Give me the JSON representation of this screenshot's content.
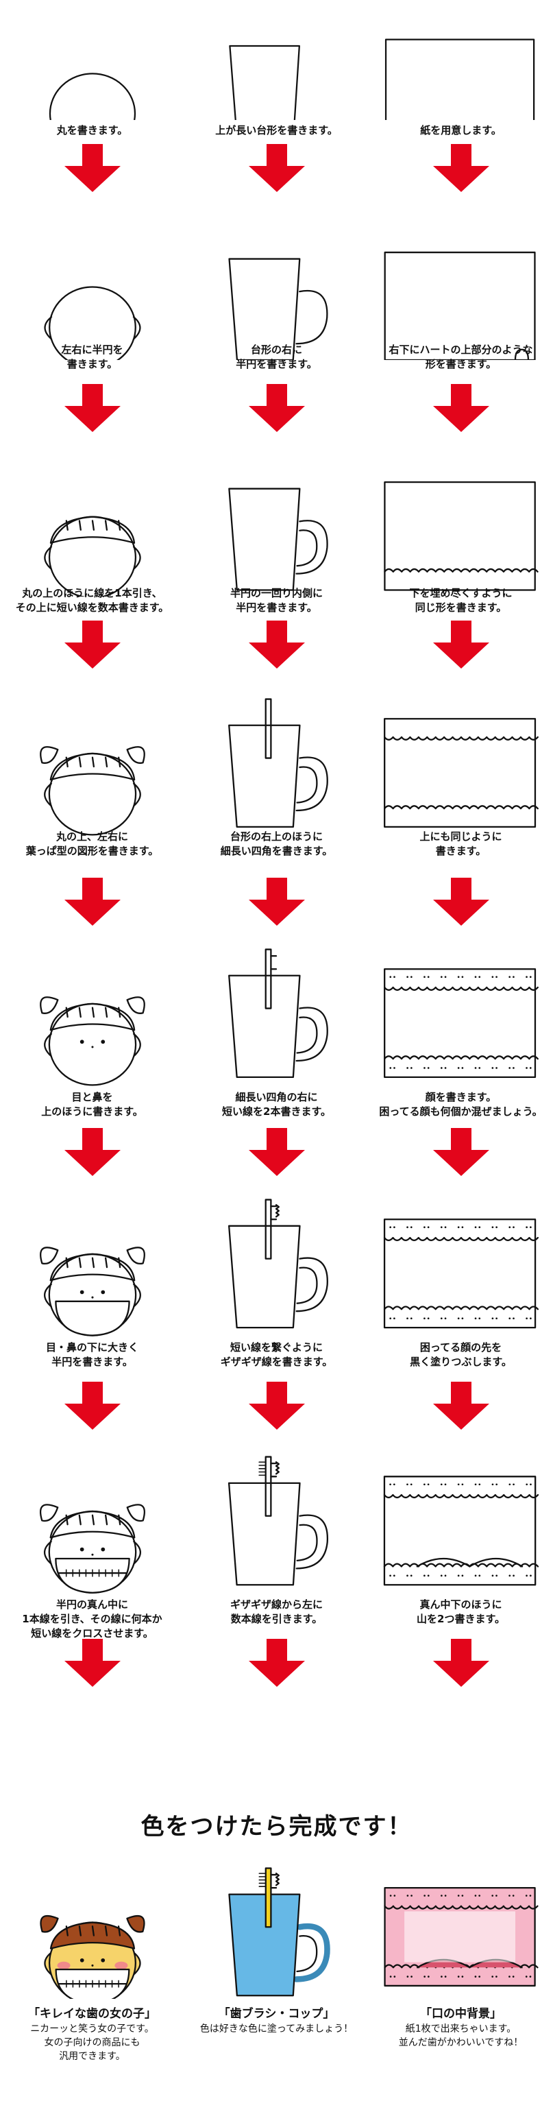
{
  "rows": [
    [
      "丸を書きます。",
      "上が長い台形を書きます。",
      "紙を用意します。"
    ],
    [
      [
        "左右に半円を",
        "書きます。"
      ],
      [
        "台形の右に",
        "半円を書きます。"
      ],
      [
        "右下にハートの上部分のような",
        "形を書きます。"
      ]
    ],
    [
      [
        "丸の上のほうに線を1本引き、",
        "その上に短い線を数本書きます。"
      ],
      [
        "半円の一回り内側に",
        "半円を書きます。"
      ],
      [
        "下を埋め尽くすように",
        "同じ形を書きます。"
      ]
    ],
    [
      [
        "丸の上、左右に",
        "葉っぱ型の図形を書きます。"
      ],
      [
        "台形の右上のほうに",
        "細長い四角を書きます。"
      ],
      [
        "上にも同じように",
        "書きます。"
      ]
    ],
    [
      [
        "目と鼻を",
        "上のほうに書きます。"
      ],
      [
        "細長い四角の右に",
        "短い線を2本書きます。"
      ],
      [
        "顔を書きます。",
        "困ってる顔も何個か混ぜましょう。"
      ]
    ],
    [
      [
        "目・鼻の下に大きく",
        "半円を書きます。"
      ],
      [
        "短い線を繋ぐように",
        "ギザギザ線を書きます。"
      ],
      [
        "困ってる顔の先を",
        "黒く塗りつぶします。"
      ]
    ],
    [
      [
        "半円の真ん中に",
        "1本線を引き、その線に何本か",
        "短い線をクロスさせます。"
      ],
      [
        "ギザギザ線から左に",
        "数本線を引きます。"
      ],
      [
        "真ん中下のほうに",
        "山を2つ書きます。"
      ]
    ]
  ],
  "final": {
    "title": "色をつけたら完成です！",
    "items": [
      {
        "title": "「キレイな歯の女の子」",
        "desc": [
          "ニカーッと笑う女の子です。",
          "女の子向けの商品にも",
          "汎用できます。"
        ]
      },
      {
        "title": "「歯ブラシ・コップ」",
        "desc": [
          "色は好きな色に塗ってみましょう！"
        ]
      },
      {
        "title": "「口の中背景」",
        "desc": [
          "紙1枚で出来ちゃいます。",
          "並んだ歯がかわいいですね！"
        ]
      }
    ]
  },
  "colors": {
    "arrow": "#e3051b",
    "line": "#111111",
    "skin": "#f6d36a",
    "hair": "#a0491d",
    "cup": "#66b8e6",
    "brush": "#f4d21f",
    "bg_pink": "#f6b6c8",
    "gums": "#d8536d"
  }
}
